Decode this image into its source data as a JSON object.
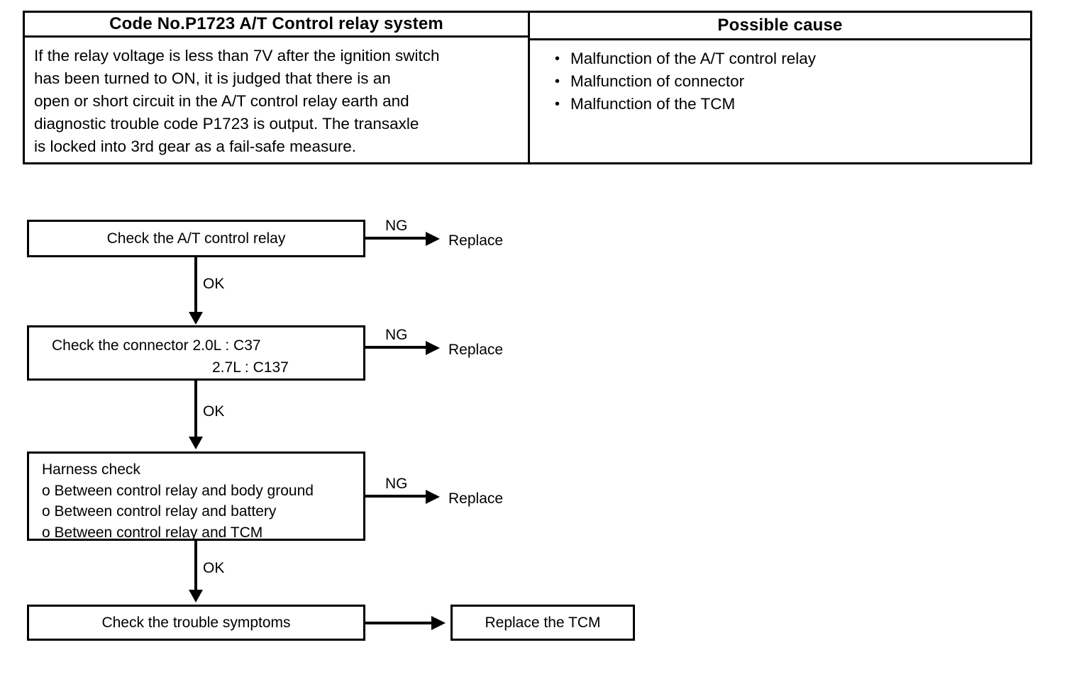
{
  "table": {
    "headers": {
      "code": "Code No.P1723 A/T Control relay system",
      "cause": "Possible cause"
    },
    "description_lines": [
      "If the relay voltage is less than 7V after the ignition switch",
      "has been turned to ON, it is judged that there is an",
      "open or short circuit in the A/T control relay earth and",
      "diagnostic trouble code P1723 is output.  The transaxle",
      "is locked into 3rd gear as a fail-safe measure."
    ],
    "possible_causes": [
      "Malfunction of the A/T control relay",
      "Malfunction of connector",
      "Malfunction of the TCM"
    ],
    "bullet_glyph": "•"
  },
  "flowchart": {
    "step1": {
      "label": "Check the A/T control relay",
      "ng_label": "NG",
      "ng_target": "Replace",
      "ok_label": "OK"
    },
    "step2": {
      "label_main": "Check the connector  2.0L : C37",
      "label_second": "2.7L : C137",
      "ng_label": "NG",
      "ng_target": "Replace",
      "ok_label": "OK"
    },
    "step3": {
      "title": "Harness check",
      "items": [
        "o Between control relay and body ground",
        "o Between control relay and battery",
        "o Between control relay and TCM"
      ],
      "ng_label": "NG",
      "ng_target": "Replace",
      "ok_label": "OK"
    },
    "step4": {
      "label": "Check the trouble symptoms"
    },
    "step5": {
      "label": "Replace the TCM"
    }
  },
  "colors": {
    "ink": "#000000",
    "paper": "#ffffff"
  }
}
